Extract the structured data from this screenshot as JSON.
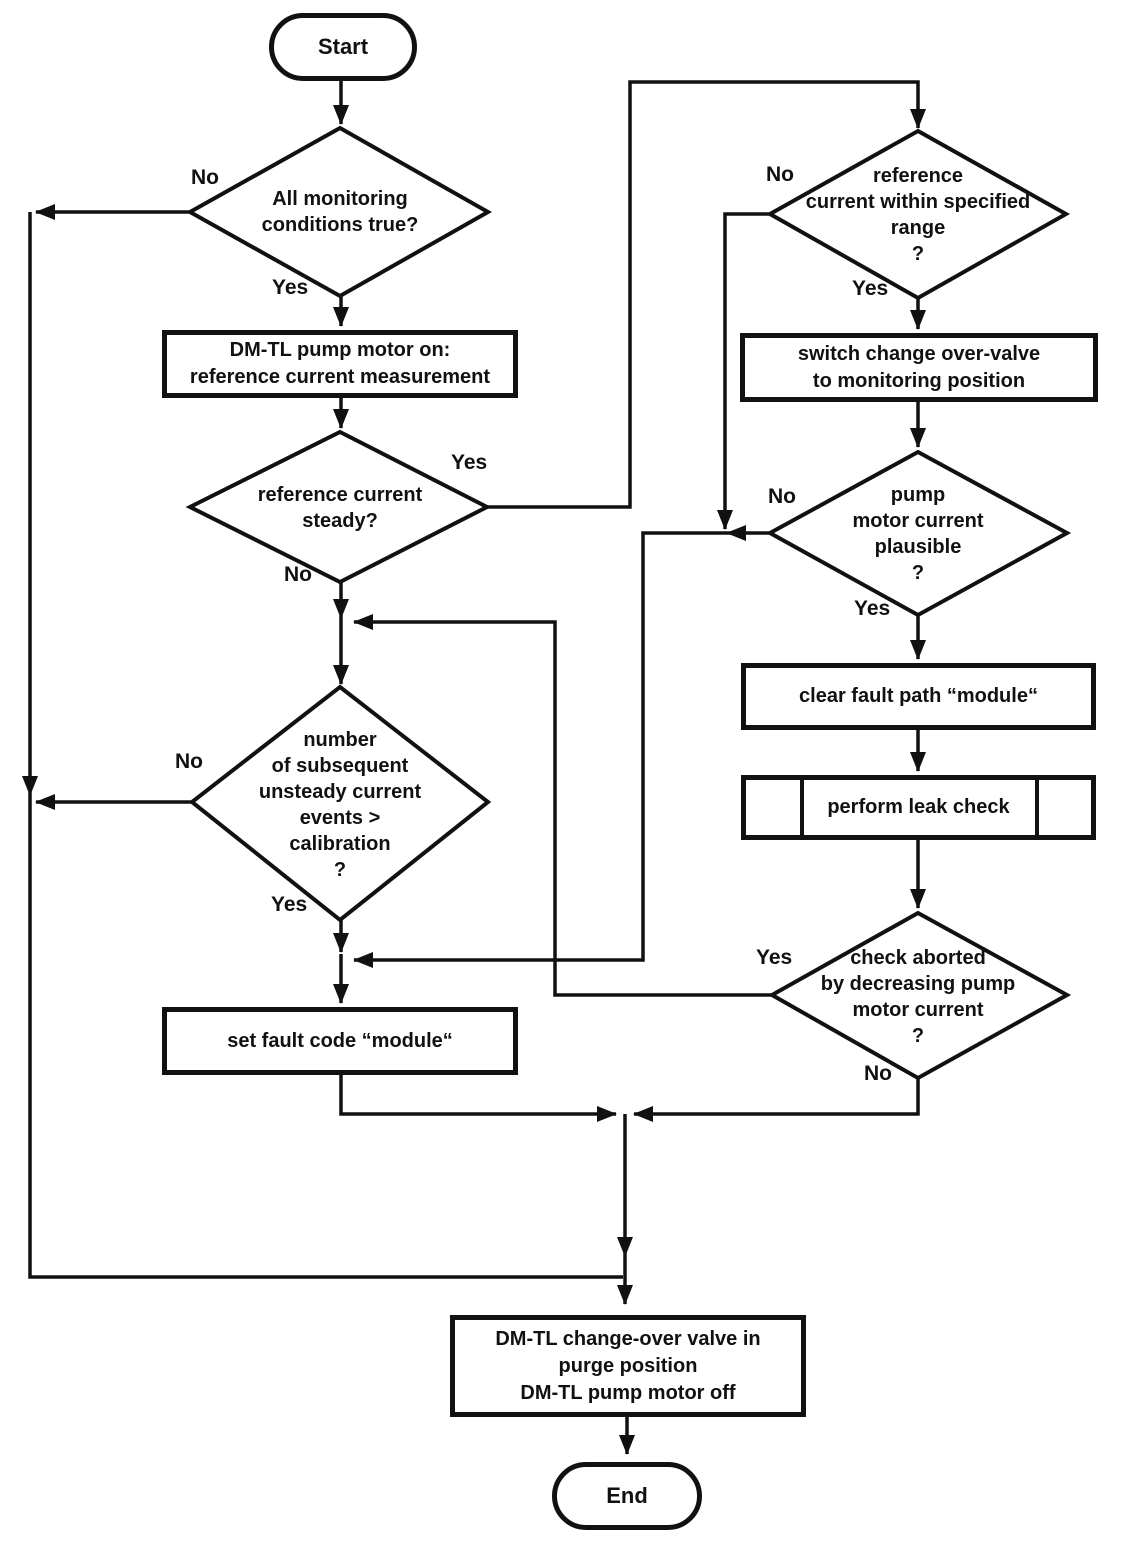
{
  "edge_labels": {
    "yes": "Yes",
    "no": "No"
  },
  "nodes": {
    "start": {
      "label": "Start"
    },
    "end": {
      "label": "End"
    },
    "monitoring": {
      "lines": [
        "All monitoring",
        "conditions true?"
      ]
    },
    "pump_on": {
      "lines": [
        "DM-TL pump motor on:",
        "reference current measurement"
      ]
    },
    "ref_steady": {
      "lines": [
        "reference current",
        "steady?"
      ]
    },
    "unsteady_events": {
      "lines": [
        "number",
        "of subsequent",
        "unsteady current",
        "events >",
        "calibration",
        "?"
      ]
    },
    "set_fault": {
      "lines": [
        "set fault code “module“"
      ]
    },
    "ref_range": {
      "lines": [
        "reference",
        "current within specified",
        "range",
        "?"
      ]
    },
    "switch_valve": {
      "lines": [
        "switch change over-valve",
        "to monitoring position"
      ]
    },
    "plausible": {
      "lines": [
        "pump",
        "motor current",
        "plausible",
        "?"
      ]
    },
    "clear_fault": {
      "lines": [
        "clear fault path “module“"
      ]
    },
    "leak_check": {
      "lines": [
        "perform leak check"
      ]
    },
    "purge": {
      "lines": [
        "DM-TL change-over valve in",
        "purge position",
        "DM-TL pump motor off"
      ]
    }
  }
}
